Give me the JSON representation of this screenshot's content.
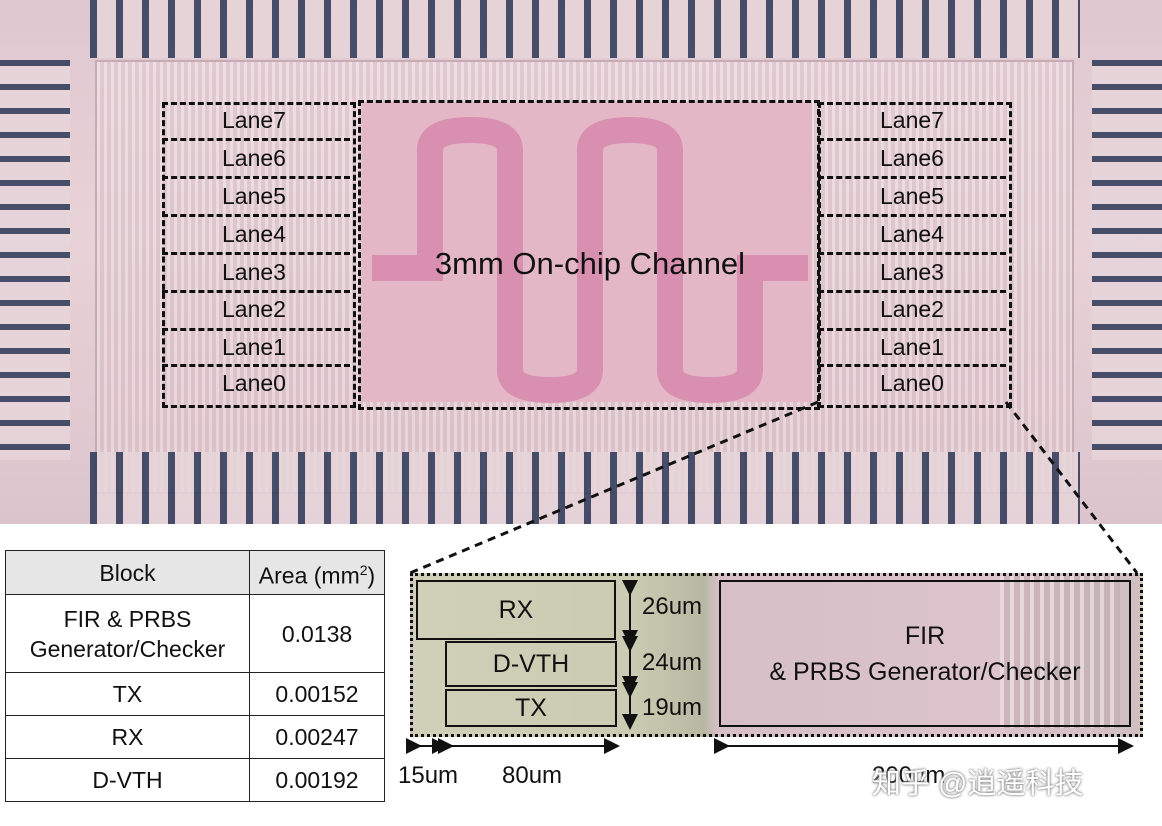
{
  "die": {
    "channel_label": "3mm On-chip Channel",
    "left_lanes": [
      "Lane7",
      "Lane6",
      "Lane5",
      "Lane4",
      "Lane3",
      "Lane2",
      "Lane1",
      "Lane0"
    ],
    "right_lanes": [
      "Lane7",
      "Lane6",
      "Lane5",
      "Lane4",
      "Lane3",
      "Lane2",
      "Lane1",
      "Lane0"
    ]
  },
  "table": {
    "header_block": "Block",
    "header_area": "Area (mm",
    "header_area_sup": "2",
    "header_area_end": ")",
    "rows": [
      {
        "block_line1": "FIR & PRBS",
        "block_line2": "Generator/Checker",
        "area": "0.0138"
      },
      {
        "block": "TX",
        "area": "0.00152"
      },
      {
        "block": "RX",
        "area": "0.00247"
      },
      {
        "block": "D-VTH",
        "area": "0.00192"
      }
    ]
  },
  "zoom": {
    "rx_label": "RX",
    "dvth_label": "D-VTH",
    "tx_label": "TX",
    "fir_line1": "FIR",
    "fir_line2": "& PRBS Generator/Checker",
    "dim_26": "26um",
    "dim_24": "24um",
    "dim_19": "19um",
    "dim_15": "15um",
    "dim_80": "80um",
    "dim_200": "200um"
  },
  "watermark": "知乎 @逍遥科技"
}
